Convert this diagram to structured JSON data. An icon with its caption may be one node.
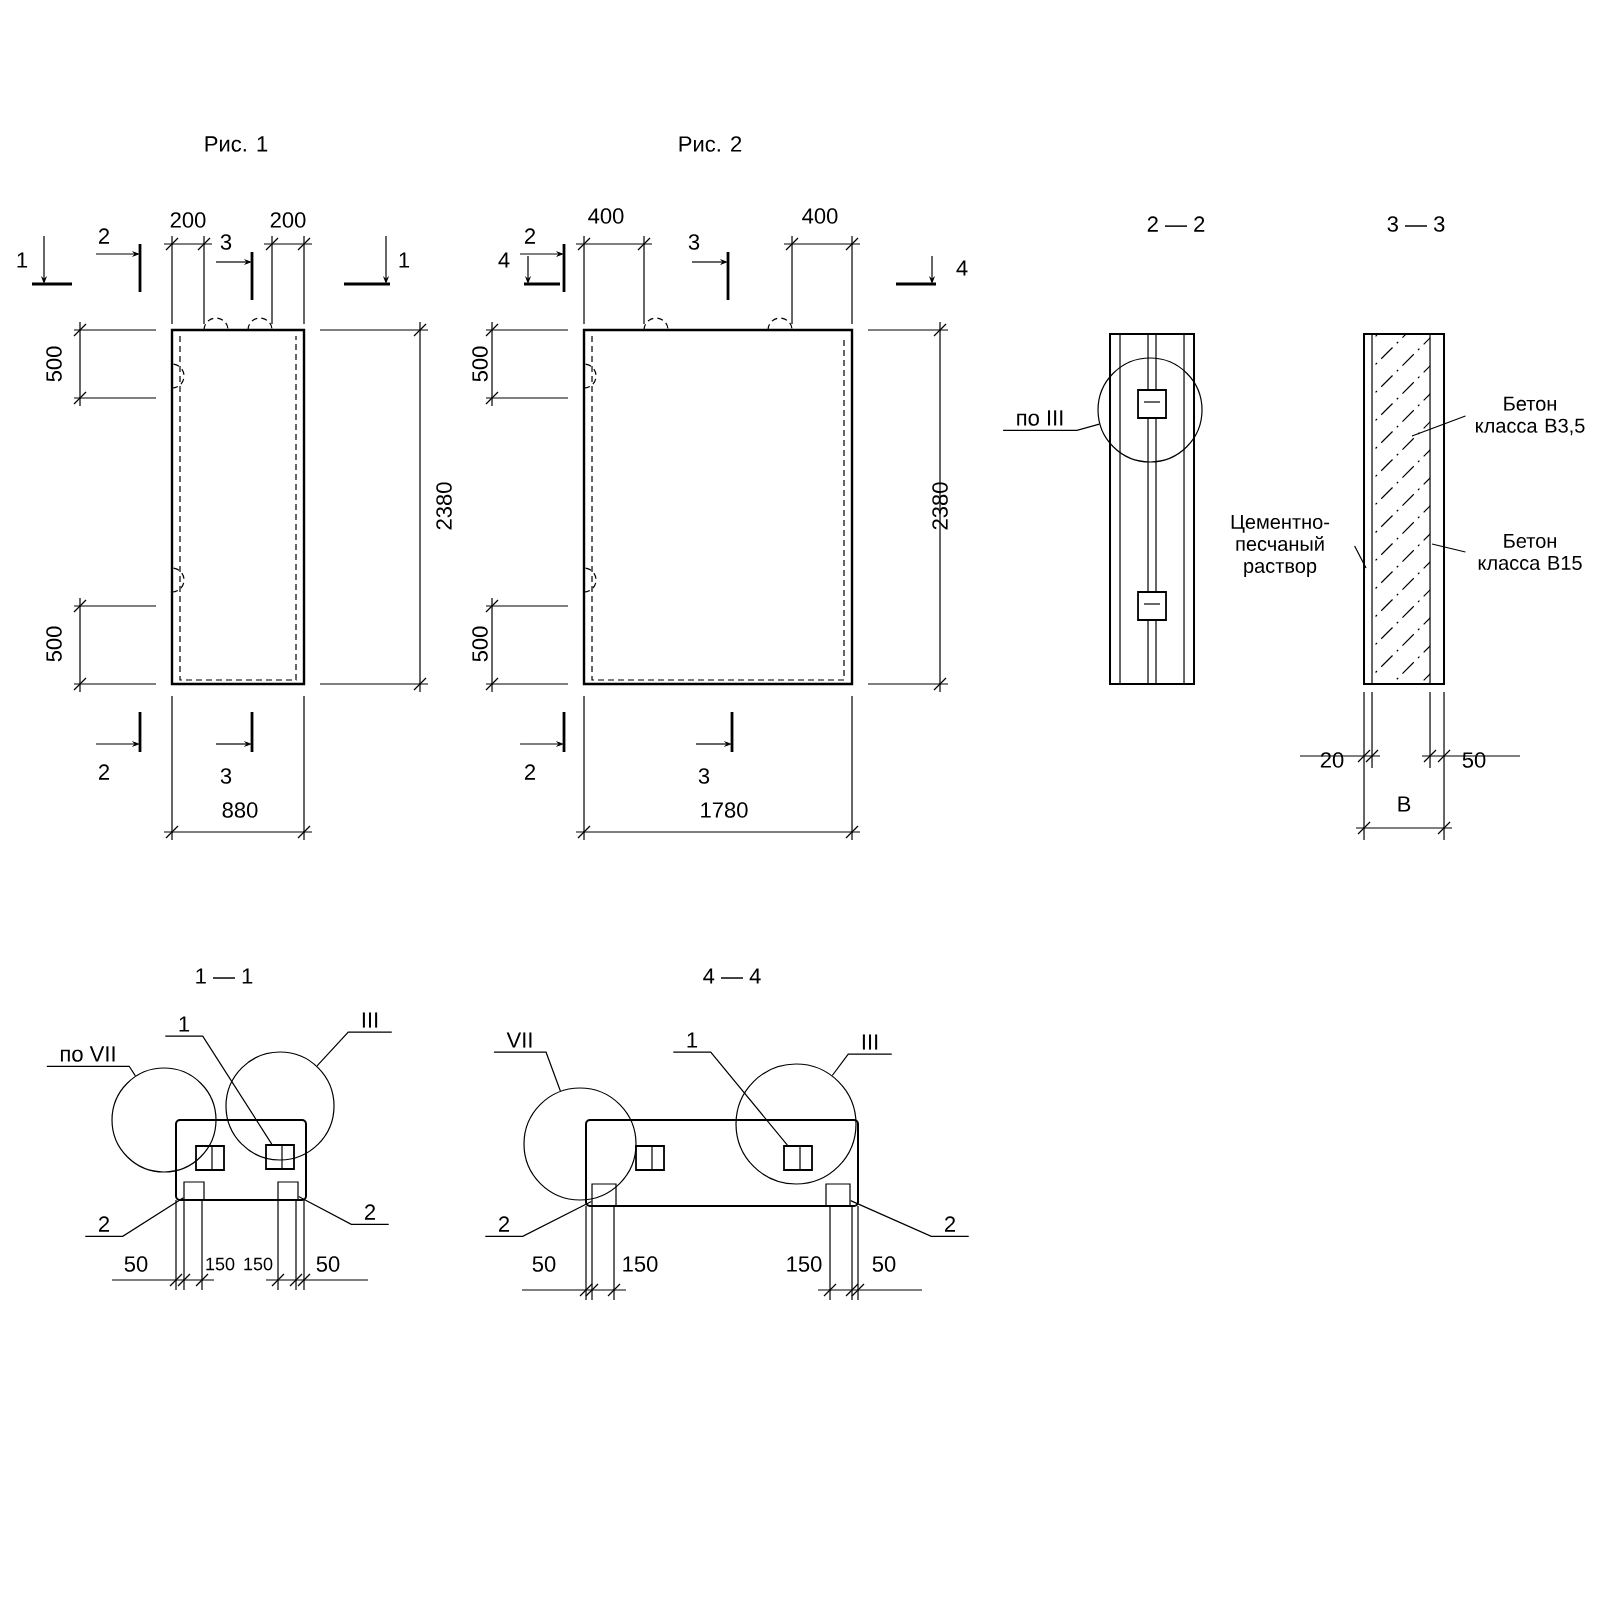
{
  "diagram": {
    "nodes": [
      {
        "text": [
          "по III"
        ]
      },
      {
        "text": [
          "Цементно-песчаный раствор"
        ]
      },
      {
        "text": [
          "Бетон класса В3,5"
        ]
      },
      {
        "text": [
          "Бетон класса В15"
        ]
      },
      {
        "text": [
          "по VII"
        ]
      },
      {
        "text": [
          "1"
        ]
      },
      {
        "text": [
          "III"
        ]
      },
      {
        "text": [
          "2"
        ]
      },
      {
        "text": [
          "2"
        ]
      },
      {
        "text": [
          "VII"
        ]
      },
      {
        "text": [
          "1"
        ]
      },
      {
        "text": [
          "III"
        ]
      },
      {
        "text": [
          "2"
        ]
      },
      {
        "text": [
          "2"
        ]
      },
      {
        "text": [],
        "shape": "circle"
      },
      {
        "text": [],
        "shape": "circle"
      },
      {
        "text": [],
        "shape": "circle"
      },
      {
        "text": [],
        "shape": "box",
        "in": 16
      },
      {
        "text": [],
        "shape": "box"
      },
      {
        "text": [],
        "shape": "box"
      },
      {
        "text": [],
        "shape": "circle"
      },
      {
        "text": [],
        "shape": "circle"
      },
      {
        "text": [],
        "shape": "box",
        "in": 21
      },
      {
        "text": [],
        "shape": "box"
      },
      {
        "text": [],
        "shape": "box"
      }
    ],
    "edges": [
      {
        "from": 0,
        "to": 14,
        "arrow": "none"
      },
      {
        "from": 1,
        "to": null,
        "arrow": "none"
      },
      {
        "from": 2,
        "to": null,
        "arrow": "none"
      },
      {
        "from": 3,
        "to": null,
        "arrow": "none"
      },
      {
        "from": 4,
        "to": 15,
        "arrow": "none"
      },
      {
        "from": 5,
        "to": 17,
        "arrow": "none"
      },
      {
        "from": 6,
        "to": 16,
        "arrow": "none"
      },
      {
        "from": 7,
        "to": 18,
        "arrow": "none"
      },
      {
        "from": 8,
        "to": 19,
        "arrow": "none"
      },
      {
        "from": 9,
        "to": 20,
        "arrow": "none"
      },
      {
        "from": 10,
        "to": 22,
        "arrow": "none"
      },
      {
        "from": 11,
        "to": 21,
        "arrow": "none"
      },
      {
        "from": 12,
        "to": 23,
        "arrow": "none"
      },
      {
        "from": 13,
        "to": 24,
        "arrow": "none"
      }
    ],
    "labels": [
      "Рис. 1",
      "Рис. 2",
      "200",
      "200",
      "400",
      "400",
      "2 — 2",
      "3 — 3",
      "1",
      "2",
      "3",
      "1",
      "4",
      "2",
      "3",
      "4",
      "500",
      "500",
      "2380",
      "2380",
      "500",
      "500",
      "2",
      "3",
      "2",
      "3",
      "20",
      "50",
      "880",
      "1780",
      "В",
      "1 — 1",
      "4 — 4",
      "50",
      "150",
      "150",
      "50",
      "50",
      "150",
      "150",
      "50"
    ]
  }
}
